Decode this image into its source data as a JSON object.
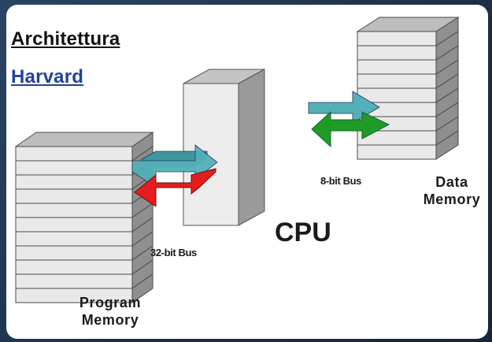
{
  "title": {
    "line1": "Architettura",
    "line2": "Harvard"
  },
  "labels": {
    "cpu": "CPU",
    "program_memory_line1": "Program",
    "program_memory_line2": "Memory",
    "data_memory_line1": "Data",
    "data_memory_line2": "Memory",
    "bus_program": "32-bit Bus",
    "bus_data": "8-bit Bus"
  },
  "colors": {
    "frame_background": "#1d3048",
    "block_face": "#e9e9e9",
    "block_side": "#8f8f8f",
    "block_top": "#bdbdbd",
    "arrow_program": "#e41c1c",
    "arrow_data": "#1c9a24",
    "bus_shadow": "#49a9b0",
    "title_secondary": "#2340a0"
  },
  "icons": {
    "program_memory": "memory-stack-icon",
    "data_memory": "memory-stack-icon",
    "cpu": "cpu-block-icon",
    "program_bus_arrow": "double-arrow-icon",
    "data_bus_arrow": "double-arrow-icon"
  }
}
